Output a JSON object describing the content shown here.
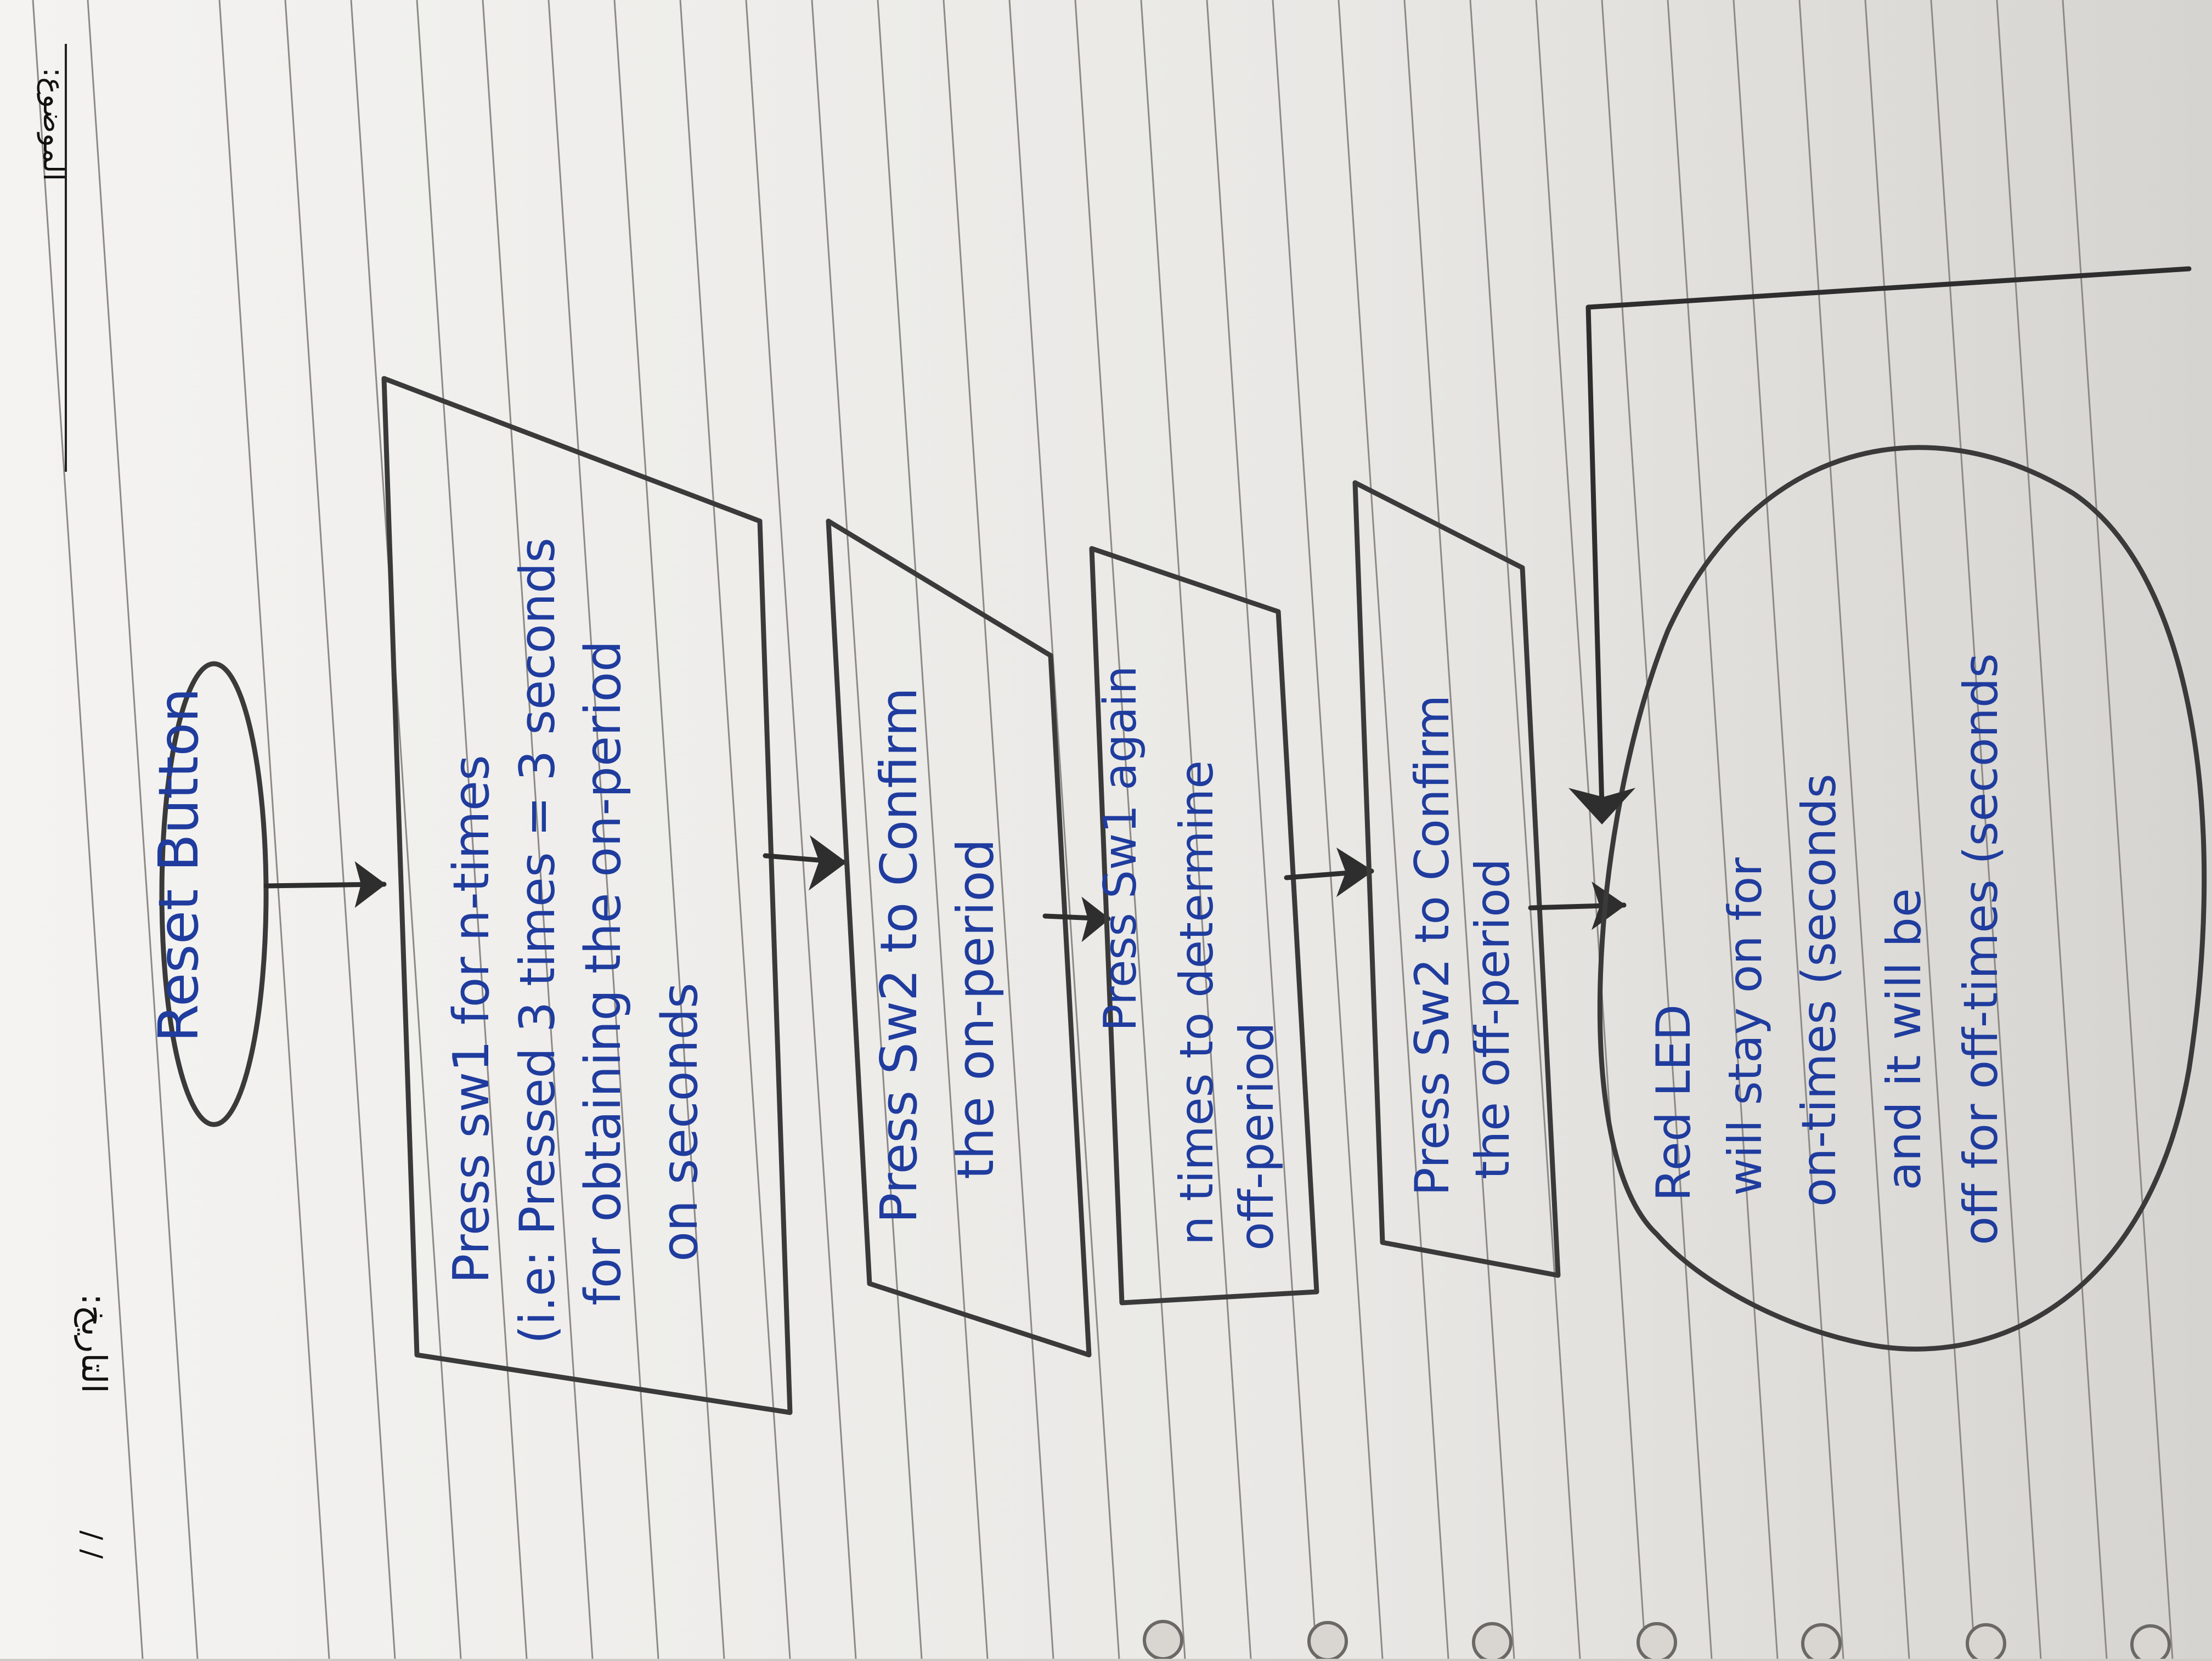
{
  "header": {
    "date_label": "التاريخ:",
    "date_slashes": "/ /",
    "subject_label": "الموضوع:"
  },
  "flowchart": {
    "start": {
      "label": "Reset Button"
    },
    "step1": {
      "lines": [
        "Press sw1 for n-times",
        "(i.e: Pressed 3 times = 3 seconds",
        "for obtaining the on-period",
        "on seconds"
      ]
    },
    "step2": {
      "lines": [
        "Press Sw2 to Confirm",
        "the on-period"
      ]
    },
    "step3": {
      "lines": [
        "Press Sw1 again",
        "n times to determine",
        "off-period"
      ]
    },
    "step4": {
      "lines": [
        "Press Sw2 to Confirm",
        "the off-period"
      ]
    },
    "end": {
      "lines": [
        "Red LED",
        "will stay on for",
        "on-times (seconds",
        "and it will be",
        "off for off-times (seconds"
      ]
    }
  },
  "colors": {
    "ink": "#1f3c9e",
    "pencil": "#3a3a3a",
    "paper": "#ecebe8"
  }
}
